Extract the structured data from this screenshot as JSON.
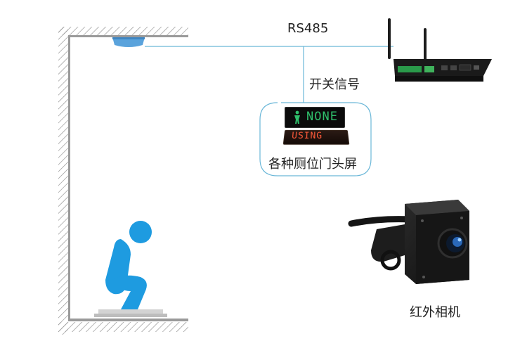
{
  "labels": {
    "bus": "RS485",
    "switch_signal": "开关信号",
    "door_screens": "各种厕位门头屏",
    "ir_camera": "红外相机"
  },
  "door_display": {
    "vacant_text": "NONE",
    "occupied_text": "USING"
  },
  "colors": {
    "accent_blue": "#1e9be0",
    "line_blue": "#6ab7d8",
    "wall_gray": "#9a9a9a",
    "display_green": "#2fbf6b",
    "display_red": "#ff5a3a"
  },
  "icons": {
    "sensor": "ceiling-sensor-icon",
    "gateway": "gateway-router-icon",
    "person": "squatting-person-icon",
    "camera": "ir-camera-icon"
  }
}
